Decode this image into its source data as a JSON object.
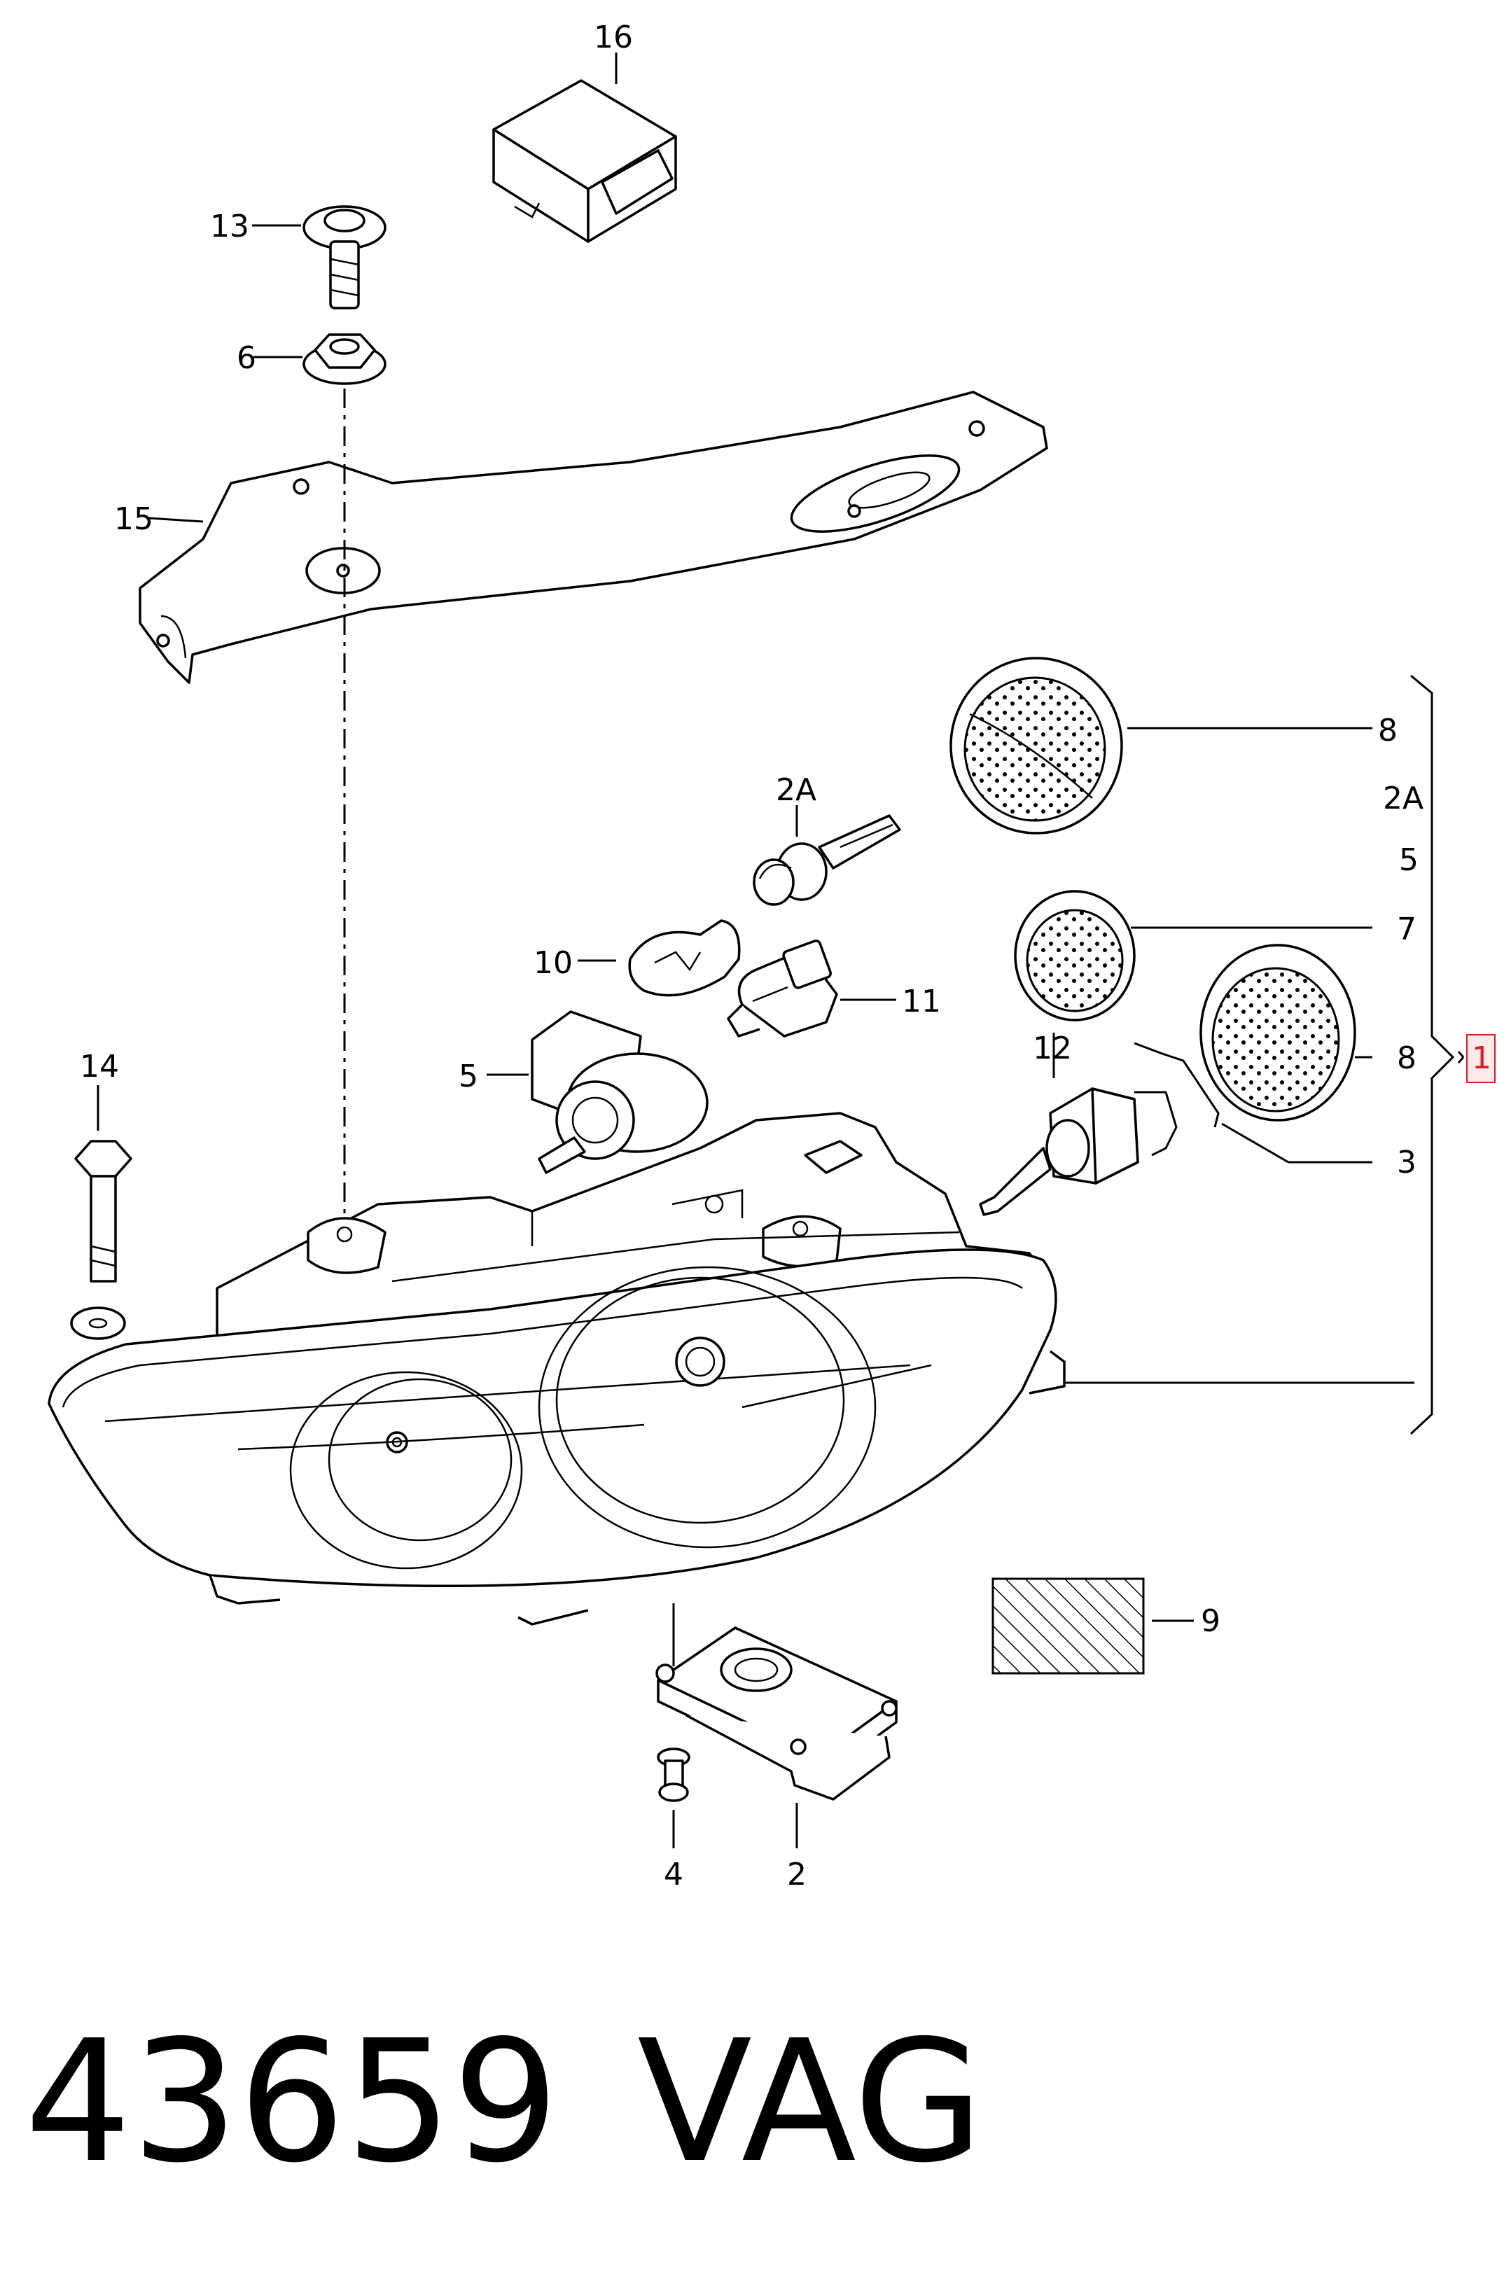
{
  "callouts": {
    "c16": "16",
    "c13": "13",
    "c6": "6",
    "c15": "15",
    "c8a": "8",
    "c2A_side": "2A",
    "c5_side": "5",
    "c7": "7",
    "c8b": "8",
    "c1": "1",
    "c3": "3",
    "c2A": "2A",
    "c10": "10",
    "c11": "11",
    "c5": "5",
    "c12": "12",
    "c14": "14",
    "c9": "9",
    "c4": "4",
    "c2": "2"
  },
  "footer": {
    "number": "43659",
    "brand": "VAG"
  },
  "colors": {
    "highlight": "#d0202a",
    "highlight_bg": "#fde8ea"
  }
}
